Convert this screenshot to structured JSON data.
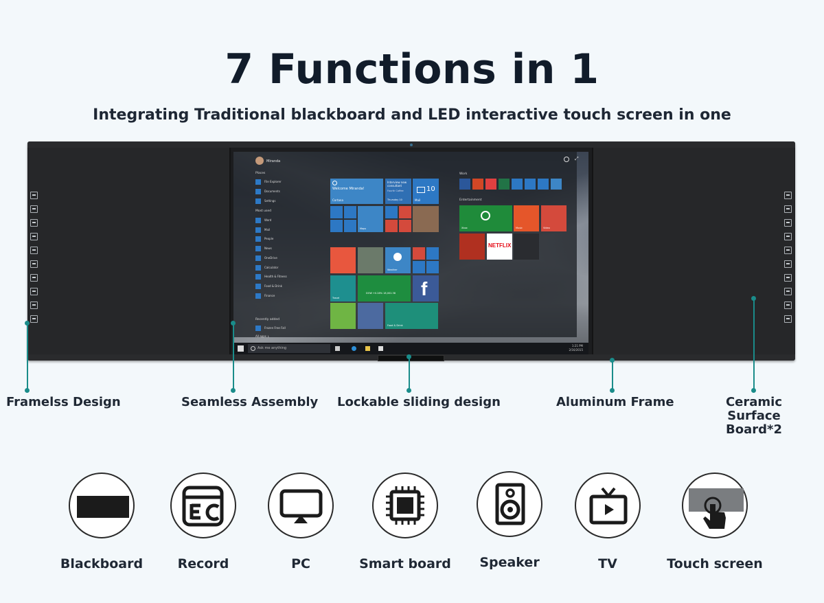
{
  "heading": {
    "title": "7 Functions in 1",
    "subtitle": "Integrating Traditional blackboard and LED interactive touch screen in one"
  },
  "screen": {
    "user_name": "Miranda",
    "places_header": "Places",
    "places": [
      "File Explorer",
      "Documents",
      "Settings"
    ],
    "most_used_header": "Most used",
    "most_used": [
      "Word",
      "Mail",
      "People",
      "News",
      "OneDrive",
      "Calculator",
      "Health & Fitness",
      "Food & Drink",
      "Finance"
    ],
    "recently_added_header": "Recently added",
    "recently_added": [
      "Frozen Free Fall"
    ],
    "all_apps": "All apps ↓",
    "tile_cortana_greeting": "Welcome Miranda!",
    "tile_cortana_label": "Cortana",
    "tile_calendar_text": "Interview new consultant",
    "tile_calendar_sub": "Fourth Coffee",
    "tile_calendar_label": "Thursday 10",
    "tile_mail_count": "10",
    "tile_mail_label": "Mail",
    "tile_maps_label": "Maps",
    "tile_weather_label": "Weather",
    "tile_travel_label": "Travel",
    "tile_food_label": "Food & Drink",
    "tile_stock_text": "DOW +0.28% 18,002.38",
    "work_header": "Work",
    "entertainment_header": "Entertainment",
    "tile_xbox_label": "Xbox",
    "tile_music_label": "Music",
    "tile_video_label": "Video",
    "tile_netflix_text": "NETFLIX",
    "search_placeholder": "Ask me anything",
    "clock_time": "1:21 PM",
    "clock_date": "2/16/2015"
  },
  "callouts": [
    "Framelss Design",
    "Seamless Assembly",
    "Lockable sliding design",
    "Aluminum Frame",
    "Ceramic Surface Board*2"
  ],
  "functions": [
    {
      "label": "Blackboard",
      "icon": "blackboard-icon"
    },
    {
      "label": "Record",
      "icon": "record-icon"
    },
    {
      "label": "PC",
      "icon": "monitor-icon"
    },
    {
      "label": "Smart board",
      "icon": "chip-icon"
    },
    {
      "label": "Speaker",
      "icon": "speaker-icon"
    },
    {
      "label": "TV",
      "icon": "tv-icon"
    },
    {
      "label": "Touch screen",
      "icon": "touch-screen-icon"
    }
  ],
  "colors": {
    "accent_teal": "#1a8c8a",
    "board_dark": "#1c1d1f",
    "background": "#f3f8fb"
  }
}
